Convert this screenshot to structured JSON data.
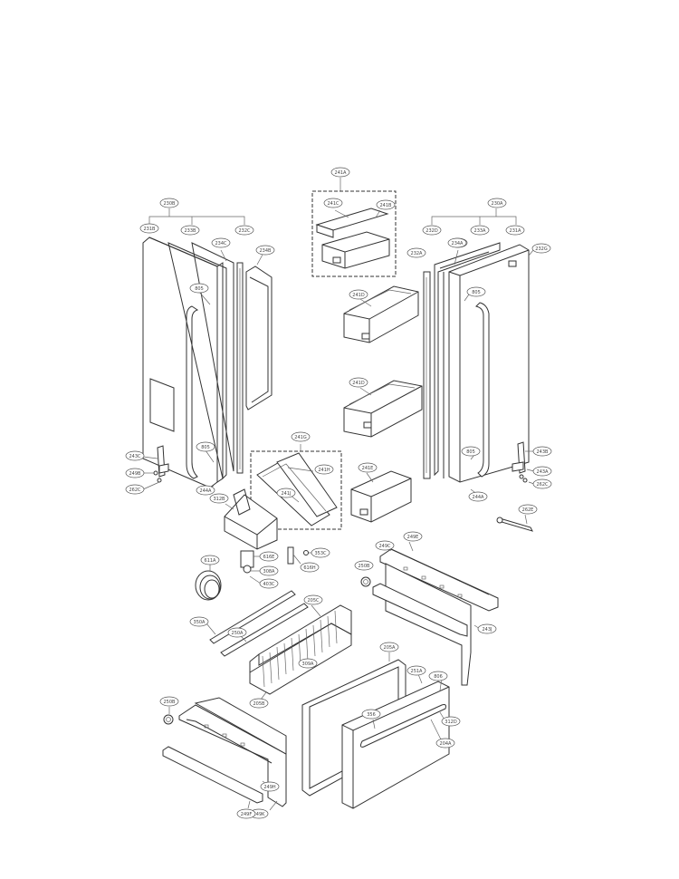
{
  "labels": {
    "c241A": "241A",
    "c241C": "241C",
    "c241B": "241B",
    "c230B": "230B",
    "c231B": "231B",
    "c233B": "233B",
    "c234C_l": "234C",
    "c232C": "232C",
    "c234B": "234B",
    "c805_l": "805",
    "c230A": "230A",
    "c232D": "232D",
    "c234C_r": "234C",
    "c233A": "233A",
    "c231A": "231A",
    "c232A": "232A",
    "c234A": "234A",
    "c232G": "232G",
    "c805_r": "805",
    "c241D_1": "241D",
    "c241D_2": "241D",
    "c241G": "241G",
    "c241H": "241H",
    "c241J": "241J",
    "c241E": "241E",
    "c312B": "312B",
    "c805_l2": "805",
    "c244A_l": "244A",
    "c243C": "243C",
    "c249B": "249B",
    "c262C": "262C",
    "c805_r2": "805",
    "c244A_r": "244A",
    "c243B": "243B",
    "c243A": "243A",
    "c262C_r": "262C",
    "c262E": "262E",
    "c611A": "611A",
    "c616E": "616E",
    "c308A": "308A",
    "c403C": "403C",
    "c616H": "616H",
    "c353C": "353C",
    "c350A": "350A",
    "c250A": "250A",
    "c205C": "205C",
    "c309A": "309A",
    "c205B": "205B",
    "c249C": "249C",
    "c249E": "249E",
    "c250B_r": "250B",
    "c243J": "243J",
    "c205A": "205A",
    "c251A": "251A",
    "c806": "806",
    "c356": "356",
    "c312D": "312D",
    "c204A": "204A",
    "c250B_l": "250B",
    "c249H": "249H",
    "c249K": "249K",
    "c249F": "249F"
  }
}
